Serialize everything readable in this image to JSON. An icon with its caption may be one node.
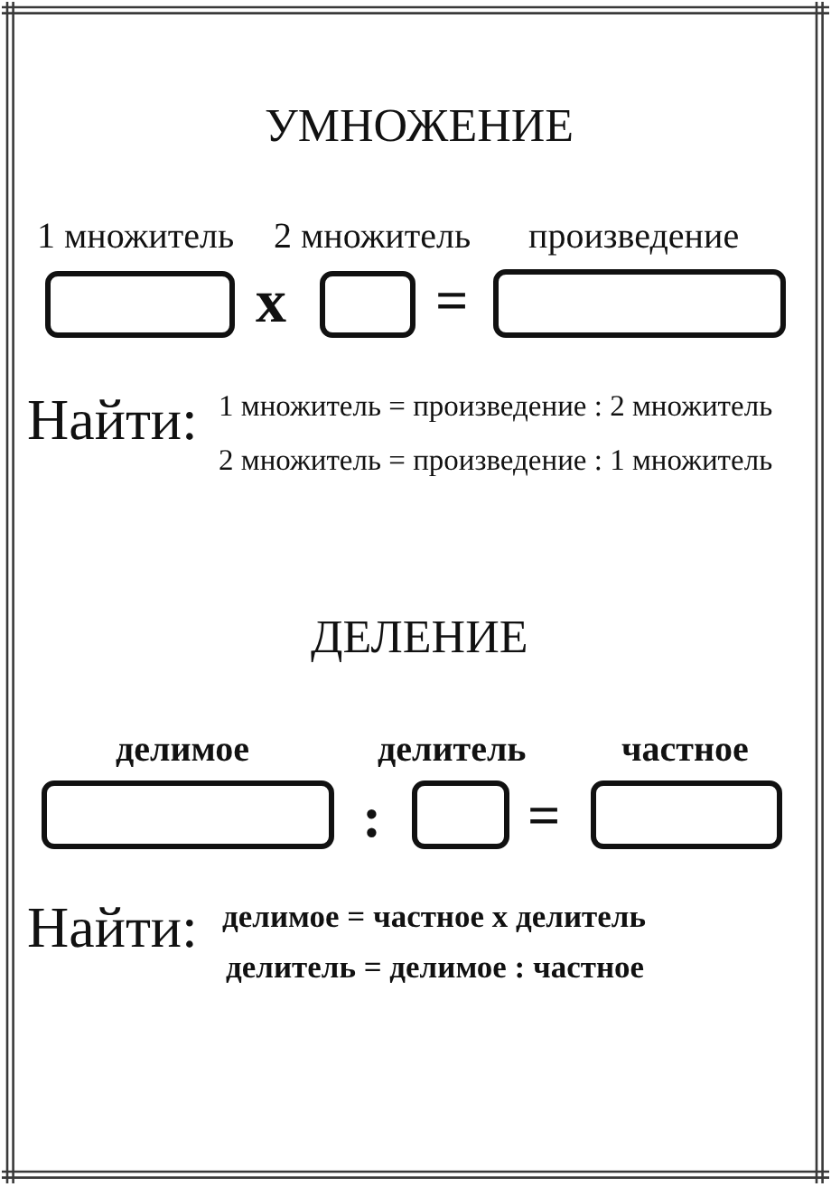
{
  "diagram": {
    "nodes": [
      {
        "text": [
          "1 множитель"
        ]
      },
      {
        "text": [
          "2 множитель"
        ]
      },
      {
        "text": [
          "произведение"
        ]
      },
      {
        "text": [
          "делимое"
        ]
      },
      {
        "text": [
          "делитель"
        ]
      },
      {
        "text": [
          "частное"
        ]
      }
    ],
    "labels": [
      "УМНОЖЕНИЕ",
      "x",
      "=",
      "Найти:",
      "1 множитель = произведение : 2 множитель",
      "2 множитель = произведение : 1 множитель",
      "ДЕЛЕНИЕ",
      ":",
      "=",
      "Найти:",
      "делимое = частное х делитель",
      "делитель = делимое : частное"
    ]
  }
}
